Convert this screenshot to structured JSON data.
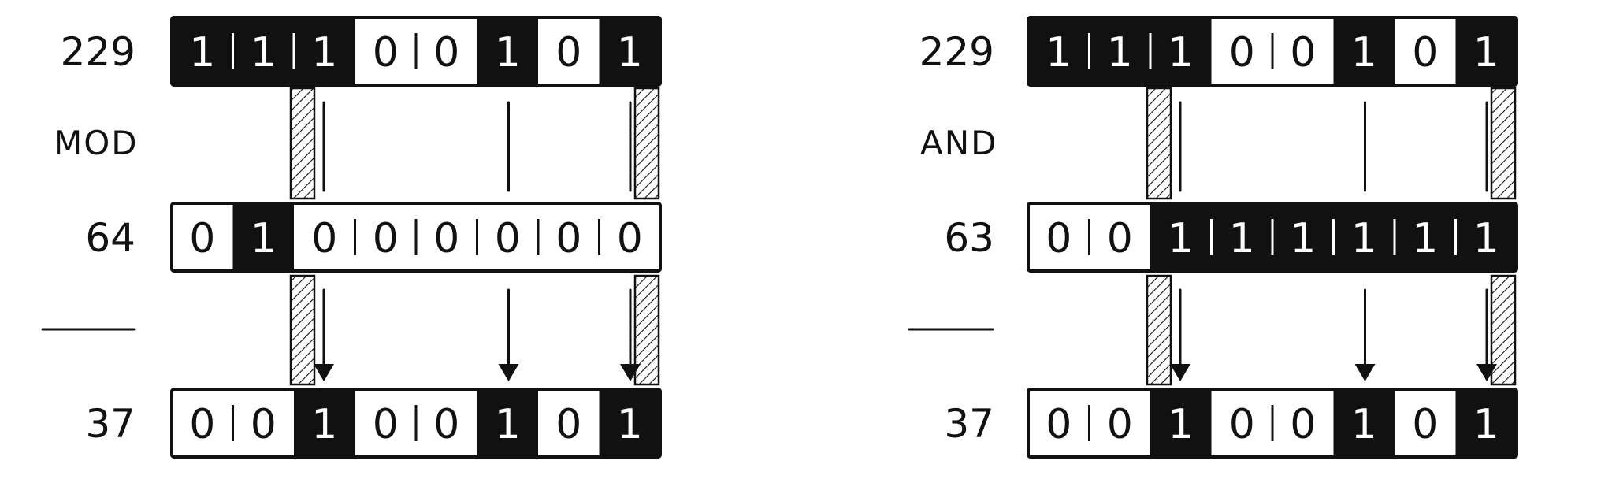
{
  "panels": [
    {
      "name": "mod",
      "operator": "MOD",
      "rows": [
        {
          "label": "229",
          "bits": [
            "1",
            "1",
            "1",
            "0",
            "0",
            "1",
            "0",
            "1"
          ]
        },
        {
          "label": "64",
          "bits": [
            "0",
            "1",
            "0",
            "0",
            "0",
            "0",
            "0",
            "0"
          ]
        },
        {
          "label": "37",
          "bits": [
            "0",
            "0",
            "1",
            "0",
            "0",
            "1",
            "0",
            "1"
          ]
        }
      ]
    },
    {
      "name": "and",
      "operator": "AND",
      "rows": [
        {
          "label": "229",
          "bits": [
            "1",
            "1",
            "1",
            "0",
            "0",
            "1",
            "0",
            "1"
          ]
        },
        {
          "label": "63",
          "bits": [
            "0",
            "0",
            "1",
            "1",
            "1",
            "1",
            "1",
            "1"
          ]
        },
        {
          "label": "37",
          "bits": [
            "0",
            "0",
            "1",
            "0",
            "0",
            "1",
            "0",
            "1"
          ]
        }
      ]
    }
  ],
  "colors": {
    "ink": "#111111",
    "paper": "#ffffff"
  }
}
